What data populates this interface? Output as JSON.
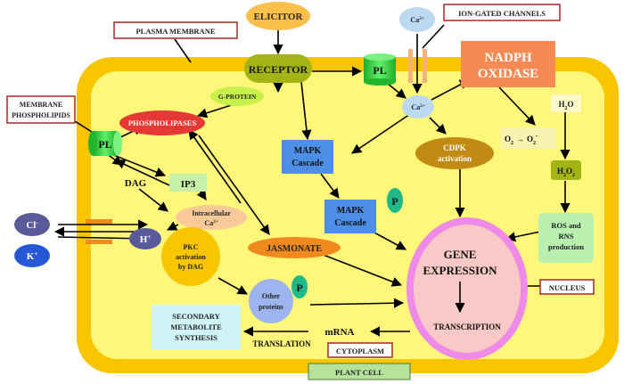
{
  "labels": {
    "elicitor": "ELICITOR",
    "receptor": "RECEPTOR",
    "plasma_membrane": "PLASMA MEMBRANE",
    "membrane_phospholipids_1": "MEMBRANE",
    "membrane_phospholipids_2": "PHOSPHOLIPIDS",
    "g_protein": "G-PROTEIN",
    "phospholipases": "PHOSPHOLIPASES",
    "pl": "PL",
    "dag": "DAG",
    "ip3": "IP3",
    "intracellular_ca_1": "Intracellular",
    "intracellular_ca_2": "Ca",
    "cl": "Cl",
    "k": "K",
    "h": "H",
    "pkc_1": "PKC",
    "pkc_2": "activation",
    "pkc_3": "by DAG",
    "jasmonate": "JASMONATE",
    "mapk_1a": "MAPK",
    "mapk_1b": "Cascade",
    "mapk_2a": "MAPK",
    "mapk_2b": "Cascade",
    "p": "P",
    "ca": "Ca",
    "ion_gated": "ION-GATED CHANNELS",
    "nadph_1": "NADPH",
    "nadph_2": "OXIDASE",
    "cdpk_1": "CDPK",
    "cdpk_2": "activation",
    "h2o": "H",
    "o2_a": "O",
    "o2_b": "O",
    "h2o2": "H",
    "ros_1": "ROS and",
    "ros_2": "RNS",
    "ros_3": "production",
    "gene_1": "GENE",
    "gene_2": "EXPRESSION",
    "transcription": "TRANSCRIPTION",
    "nucleus": "NUCLEUS",
    "other_1": "Other",
    "other_2": "proteins",
    "mrna": "mRNA",
    "translation": "TRANSLATION",
    "cytoplasm": "CYTOPLASM",
    "secondary_1": "SECONDARY",
    "secondary_2": "METABOLITE",
    "secondary_3": "SYNTHESIS",
    "plant_cell": "PLANT CELL"
  },
  "sup": {
    "two_plus": "2+",
    "minus": "-",
    "plus": "+",
    "two": "2"
  },
  "colors": {
    "cell_wall": "#f7c600",
    "cytoplasm": "#fff77a",
    "receptor": "#a3b514",
    "elicitor": "#fbbf4a",
    "pl_green": "#34d43a",
    "phospholipases": "#e53935",
    "mapk": "#4d8fe6",
    "nadph": "#f58a55",
    "nucleus_ring": "#f08ae8",
    "nucleus_fill": "#f9c9c8",
    "label_border": "#a12b2b"
  }
}
